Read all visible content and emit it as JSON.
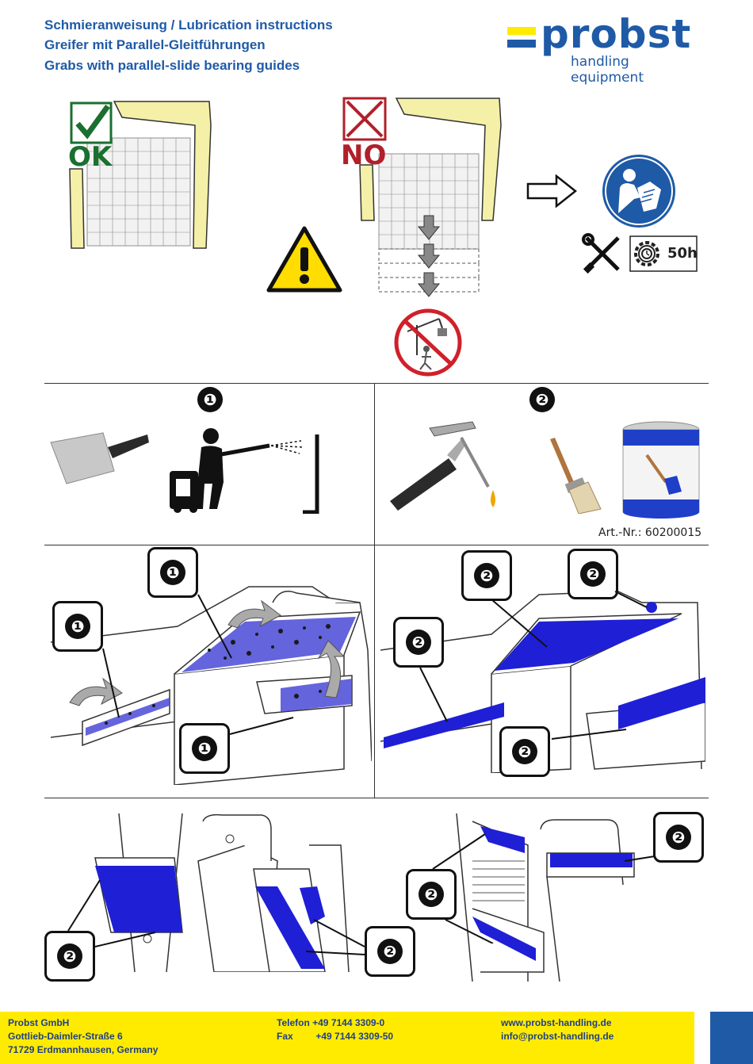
{
  "header": {
    "title_line1": "Schmieranweisung / Lubrication instructions",
    "title_line2": "Greifer mit Parallel-Gleitführungen",
    "title_line3": "Grabs with parallel-slide bearing guides"
  },
  "brand": {
    "name": "probst",
    "tagline": "handling equipment",
    "color_blue": "#1f5aa6",
    "color_yellow": "#ffeb00"
  },
  "status": {
    "ok_label": "OK",
    "no_label": "NO",
    "interval_label": "50h"
  },
  "steps": {
    "step1": "❶",
    "step2": "❷"
  },
  "product": {
    "art_nr_label": "Art.-Nr.:",
    "art_nr_value": "60200015"
  },
  "icons": {
    "ok": "checkmark-icon",
    "no": "cross-icon",
    "warning": "warning-icon",
    "arrow": "right-arrow-icon",
    "manual": "read-manual-icon",
    "tools": "tools-icon",
    "gear_timer": "gear-timer-icon",
    "no_load": "no-standing-under-load-icon",
    "scraper": "scraper-icon",
    "pressure_washer": "pressure-washer-icon",
    "grease_gun": "grease-gun-icon",
    "brush": "brush-icon",
    "grease_can": "grease-can-icon"
  },
  "colors": {
    "grease_blue": "#1f1fd6",
    "frame_yellow": "#f5f0a8",
    "ok_green": "#1b6f2f",
    "no_red": "#b11f2a"
  },
  "footer": {
    "company": "Probst GmbH",
    "street": "Gottlieb-Daimler-Straße 6",
    "city": "71729 Erdmannhausen, Germany",
    "phone_label": "Telefon",
    "phone": "+49 7144 3309-0",
    "fax_label": "Fax",
    "fax": "+49 7144 3309-50",
    "web": "www.probst-handling.de",
    "email": "info@probst-handling.de"
  }
}
